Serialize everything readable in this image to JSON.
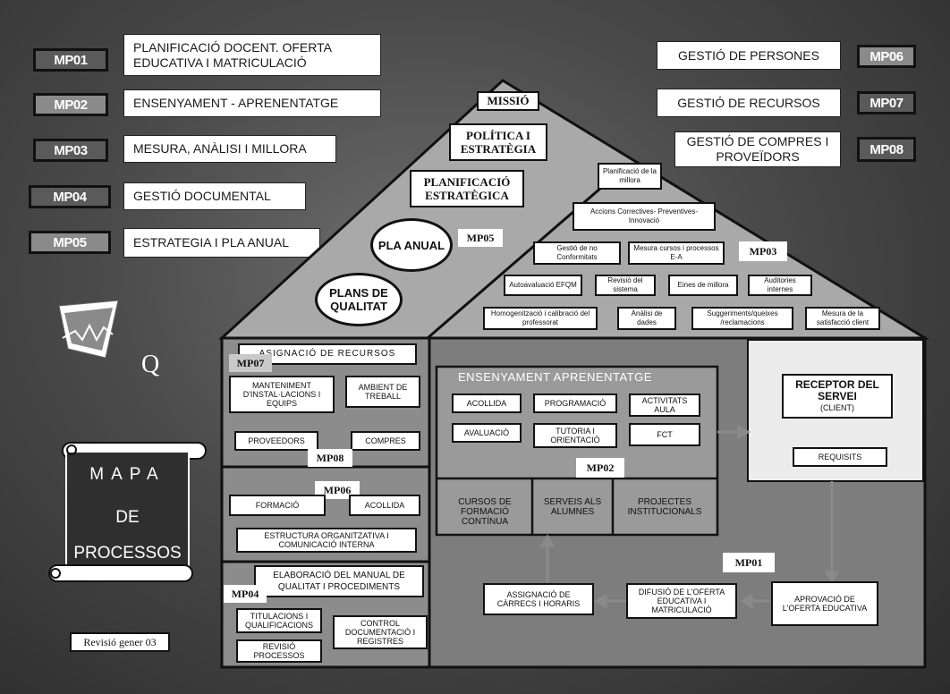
{
  "legend_left": [
    {
      "code": "MP01",
      "label": "PLANIFICACIÓ DOCENT. OFERTA EDUCATIVA I MATRICULACIÓ"
    },
    {
      "code": "MP02",
      "label": "ENSENYAMENT - APRENENTATGE"
    },
    {
      "code": "MP03",
      "label": "MESURA, ANÀLISI I MILLORA"
    },
    {
      "code": "MP04",
      "label": "GESTIÓ DOCUMENTAL"
    },
    {
      "code": "MP05",
      "label": "ESTRATEGIA I PLA ANUAL"
    }
  ],
  "legend_right": [
    {
      "code": "MP06",
      "label": "GESTIÓ DE PERSONES"
    },
    {
      "code": "MP07",
      "label": "GESTIÓ DE RECURSOS"
    },
    {
      "code": "MP08",
      "label": "GESTIÓ DE COMPRES I PROVEÏDORS"
    }
  ],
  "roof": {
    "missio": "MISSIÓ",
    "politica": "POLÍTICA I ESTRATÈGIA",
    "planificacio": "PLANIFICACIÓ ESTRATÈGICA",
    "pla_anual": "PLA ANUAL",
    "mp05": "MP05",
    "plans_qualitat": "PLANS DE QUALITAT",
    "mp03": "MP03",
    "boxes": [
      "Planificació de la millora",
      "Accions Correctives- Preventives- Innovació",
      "Gestió de no Conformitats",
      "Mesura cursos i processos E-A",
      "Autoavaluació EFQM",
      "Revisió del sistema",
      "Eines de millora",
      "Auditories internes",
      "Homogenització i calibració del professorat",
      "Anàlisi de dades",
      "Suggeriments/queixes /reclamacions",
      "Mesura de la satisfacció client"
    ]
  },
  "left_panel": {
    "asignacio": "ASIGNACIÓ DE RECURSOS",
    "mp07": "MP07",
    "manteniment": "MANTENIMENT D'INSTAL·LACIONS I EQUIPS",
    "ambient": "AMBIENT DE TREBALL",
    "proveedors": "PROVEEDORS",
    "compres": "COMPRES",
    "mp08": "MP08",
    "mp06": "MP06",
    "formacio": "FORMACIÓ",
    "acollida": "ACOLLIDA",
    "estructura": "ESTRUCTURA ORGANITZATIVA I COMUNICACIÓ INTERNA",
    "elaboracio": "ELABORACIÓ DEL MANUAL DE QUALITAT I PROCEDIMENTS",
    "mp04": "MP04",
    "titulacions": "TITULACIONS I QUALIFICACIONS",
    "control": "CONTROL DOCUMENTACIÓ I REGISTRES",
    "revisio": "REVISIÓ PROCESSOS"
  },
  "center": {
    "title": "ENSENYAMENT APRENENTATGE",
    "acollida": "ACOLLIDA",
    "programacio": "PROGRAMACIÓ",
    "activitats": "ACTIVITATS AULA",
    "avaluacio": "AVALUACIÓ",
    "tutoria": "TUTORIA I ORIENTACIÓ",
    "fct": "FCT",
    "mp02": "MP02",
    "cursos": "CURSOS DE FORMACIÓ CONTÍNUA",
    "serveis": "SERVEIS ALS ALUMNES",
    "projectes": "PROJECTES INSTITUCIONALS",
    "mp01": "MP01",
    "assignacio": "ASSIGNACIÓ DE CÀRRECS I HORARIS",
    "difusio": "DIFUSIÓ DE L'OFERTA EDUCATIVA I MATRICULACIÓ",
    "aprovacio": "APROVACIÓ DE L'OFERTA EDUCATIVA"
  },
  "receptor": {
    "title": "RECEPTOR DEL SERVEI",
    "sub": "(CLIENT)",
    "requisits": "REQUISITS"
  },
  "mapa": {
    "line1": "MAPA",
    "line2": "DE",
    "line3": "PROCESSOS"
  },
  "logo_letter": "Q",
  "revisio": "Revisió gener 03"
}
